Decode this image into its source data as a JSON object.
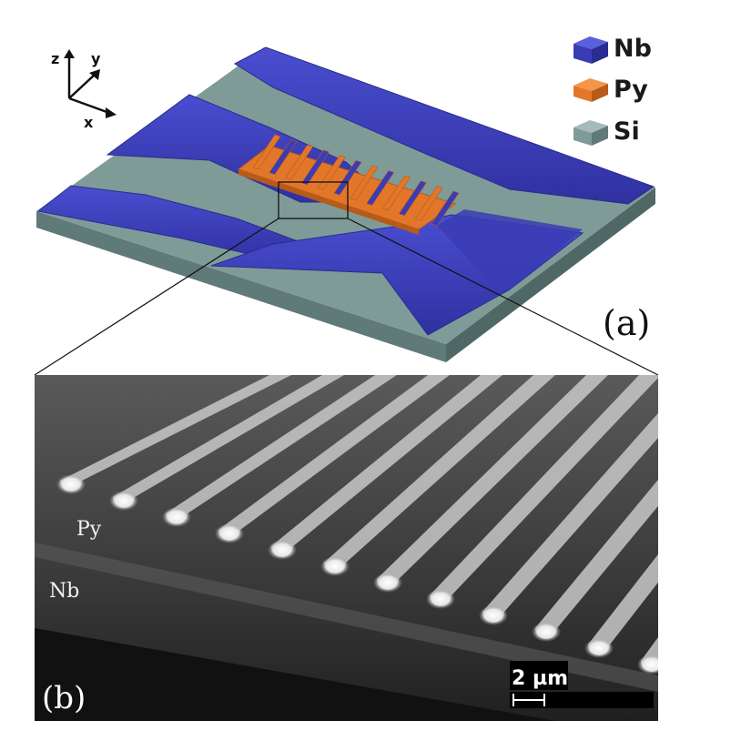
{
  "legend": {
    "items": [
      {
        "label": "Nb",
        "color": "#3a3cb4"
      },
      {
        "label": "Py",
        "color": "#e2772a"
      },
      {
        "label": "Si",
        "color": "#7f9b98"
      }
    ]
  },
  "axes": {
    "z": "z",
    "y": "y",
    "x": "x"
  },
  "panel_a": {
    "label": "(a)"
  },
  "panel_b": {
    "label": "(b)",
    "py_label": "Py",
    "nb_label": "Nb",
    "scale_bar": "2 µm"
  },
  "colors": {
    "nb": "#3a3cb4",
    "nb_light": "#5a5fe0",
    "py": "#e2772a",
    "si": "#7f9b98",
    "si_side": "#5f7a78",
    "sem_bg": "#4a4a4a"
  }
}
